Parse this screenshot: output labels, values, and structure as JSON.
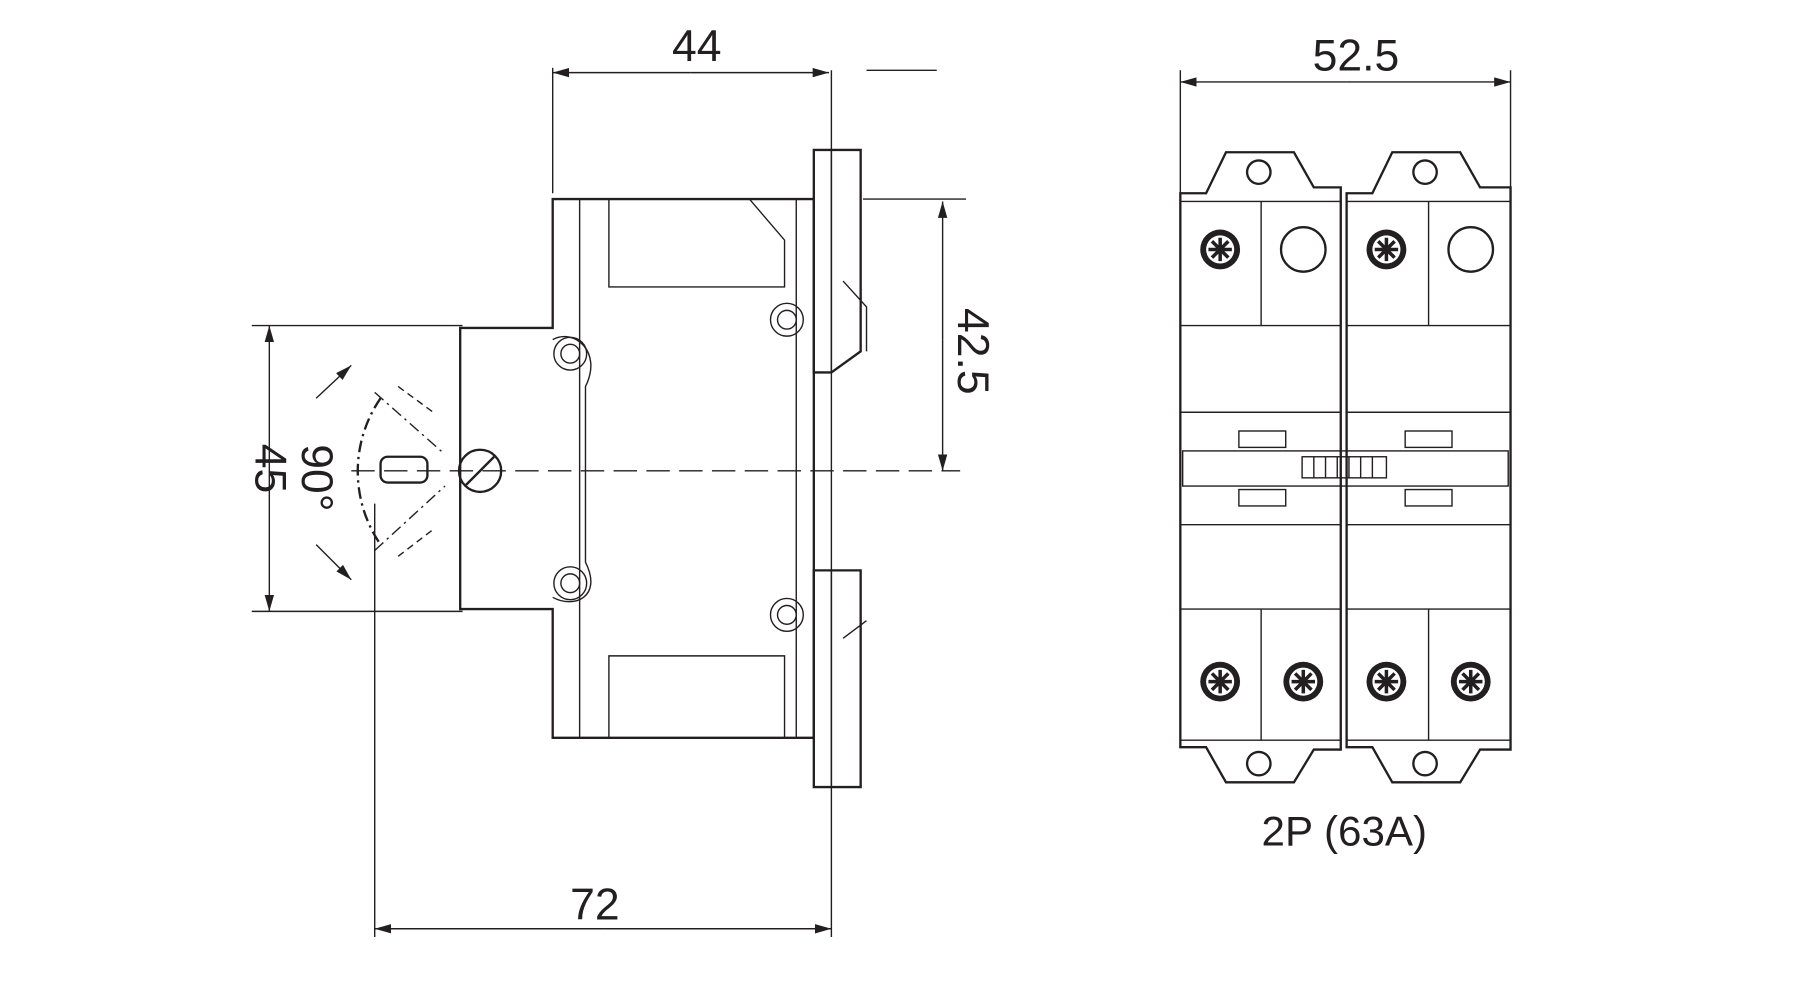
{
  "side_view": {
    "dim_depth_top": "44",
    "dim_depth_bottom": "72",
    "dim_height_front": "45",
    "dim_height_rail": "42.5",
    "dim_angle": "90°"
  },
  "front_view": {
    "dim_width": "52.5",
    "caption": "2P (63A)"
  },
  "colors": {
    "line": "#231f20",
    "background": "#ffffff"
  }
}
